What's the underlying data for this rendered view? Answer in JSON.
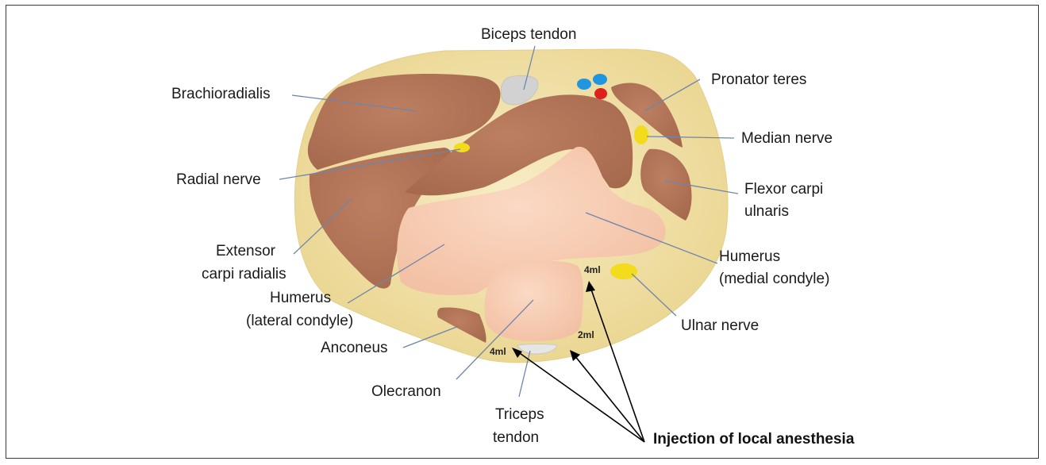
{
  "labels": {
    "biceps_tendon": "Biceps tendon",
    "brachioradialis": "Brachioradialis",
    "pronator_teres": "Pronator teres",
    "median_nerve": "Median nerve",
    "radial_nerve": "Radial nerve",
    "flexor_carpi_ulnaris_1": "Flexor carpi",
    "flexor_carpi_ulnaris_2": "ulnaris",
    "extensor_1": "Extensor",
    "extensor_2": "carpi radialis",
    "humerus_medial_1": "Humerus",
    "humerus_medial_2": "(medial condyle)",
    "humerus_lateral_1": "Humerus",
    "humerus_lateral_2": "(lateral condyle)",
    "ulnar_nerve": "Ulnar nerve",
    "anconeus": "Anconeus",
    "olecranon": "Olecranon",
    "triceps_1": "Triceps",
    "triceps_2": "tendon",
    "injection": "Injection of local anesthesia"
  },
  "volumes": {
    "medial": "4ml",
    "posterior_lateral": "4ml",
    "posterior": "2ml"
  },
  "colors": {
    "subcutaneous": "#f5e7b4",
    "muscle": "#b47659",
    "bone": "#f8cdb3",
    "nerve": "#f2dc1c",
    "tendon": "#d4d4d4",
    "artery": "#e0201f",
    "vein": "#2196e0"
  }
}
